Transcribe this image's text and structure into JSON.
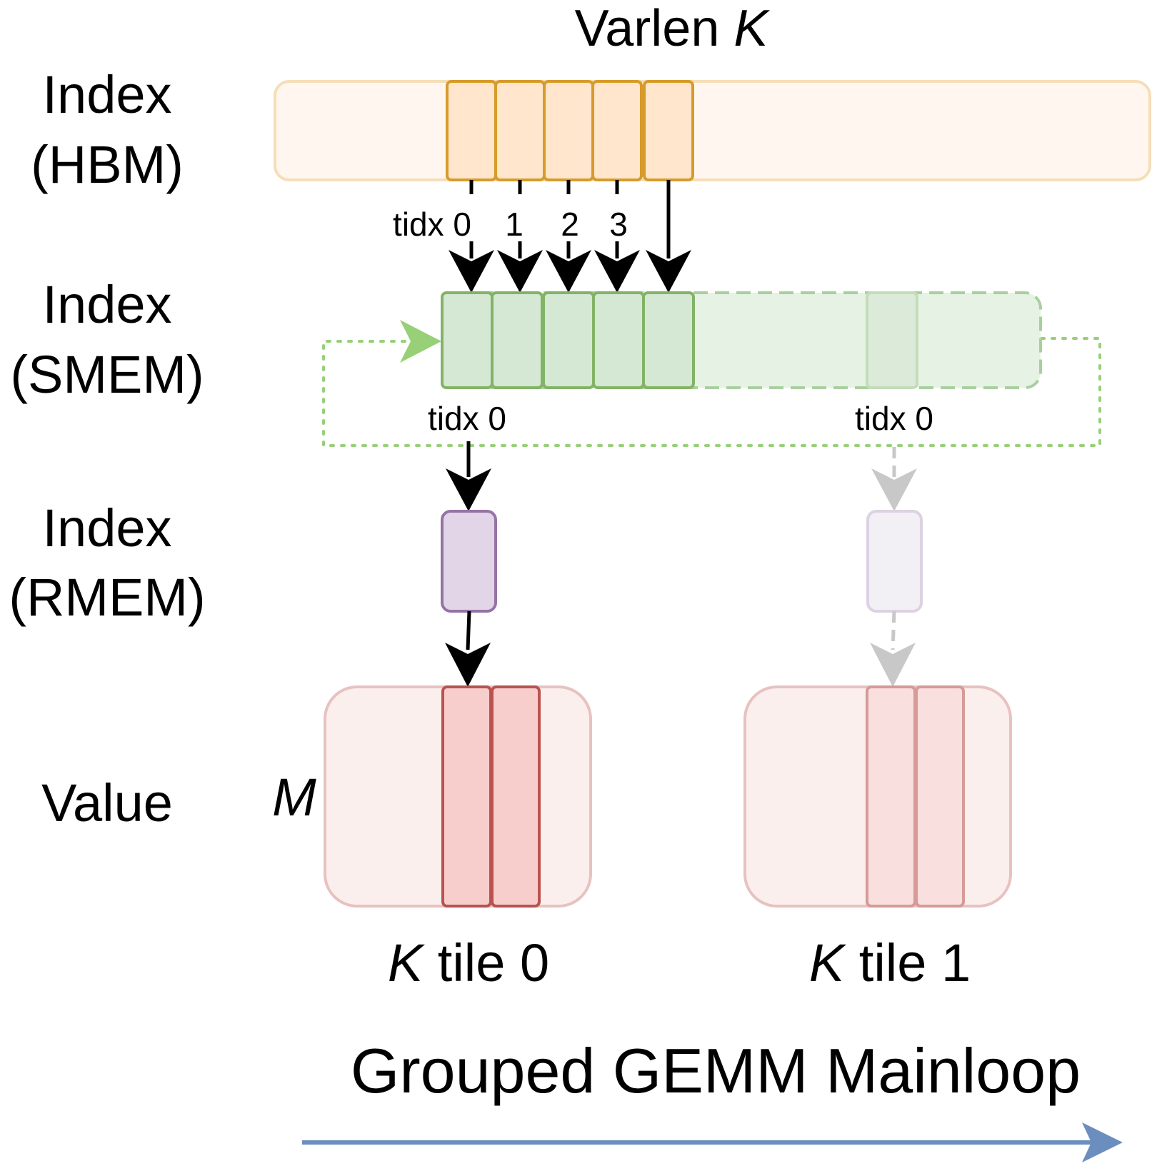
{
  "title": {
    "prefix": "Varlen ",
    "var": "K"
  },
  "row_labels": {
    "hbm": [
      "Index",
      "(HBM)"
    ],
    "smem": [
      "Index",
      "(SMEM)"
    ],
    "rmem": [
      "Index",
      "(RMEM)"
    ],
    "value": "Value"
  },
  "hbm_thread_labels": [
    "tidx 0",
    "1",
    "2",
    "3"
  ],
  "smem_thread_labels": [
    "tidx 0",
    "tidx 0"
  ],
  "value_axis_label": "M",
  "k_tiles": [
    {
      "var": "K",
      "label": " tile 0"
    },
    {
      "var": "K",
      "label": " tile 1"
    }
  ],
  "footer": "Grouped GEMM Mainloop",
  "colors": {
    "hbm_fill": "#fff6ef",
    "hbm_stroke": "#f5deb8",
    "hbm_cell_fill": "#ffe6cc",
    "hbm_cell_stroke": "#d79b2a",
    "smem_fill": "#e6f2e3",
    "smem_stroke": "#a9cfa0",
    "smem_cell_fill": "#d5e8d4",
    "smem_cell_stroke": "#82b366",
    "loop_stroke": "#97d077",
    "rmem_fill": "#e1d5e7",
    "rmem_stroke": "#9673a6",
    "value_fill": "#fbefed",
    "value_stroke": "#e6c2c0",
    "value_col_fill": "#f8cecc",
    "value_col_stroke": "#b85450",
    "ghost_arrow": "#c8c8c8",
    "footer_arrow": "#6c8ebf"
  }
}
